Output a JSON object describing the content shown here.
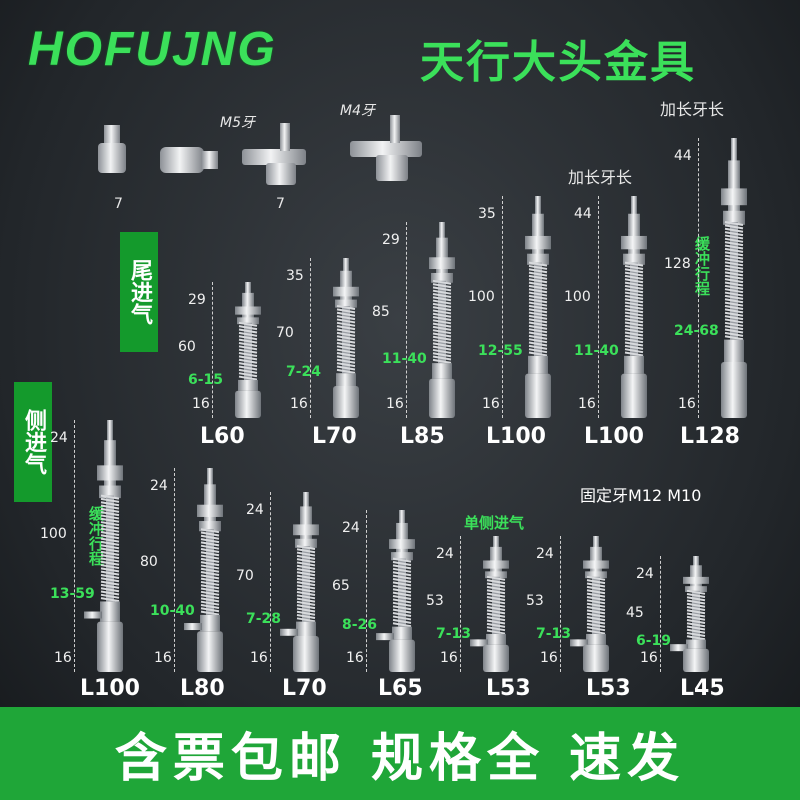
{
  "header": {
    "brand": "HOFUJNG",
    "title": "天行大头金具"
  },
  "fittings": {
    "m5_label": "M5牙",
    "m4_label": "M4牙",
    "width_a": "7",
    "width_b": "7"
  },
  "notes": {
    "extended_thread_1": "加长牙长",
    "extended_thread_2": "加长牙长",
    "fixed_thread": "固定牙M12 M10",
    "single_side": "单侧进气"
  },
  "sections": {
    "rear_inlet": "尾进气",
    "side_inlet": "侧进气",
    "buffer_stroke_1": "缓冲行程",
    "buffer_stroke_2": "缓冲行程"
  },
  "top_row": [
    {
      "model": "L60",
      "total": "60",
      "thread": "29",
      "stroke": "6-15",
      "base": "16"
    },
    {
      "model": "L70",
      "total": "70",
      "thread": "35",
      "stroke": "7-24",
      "base": "16"
    },
    {
      "model": "L85",
      "total": "85",
      "thread": "29",
      "stroke": "11-40",
      "base": "16"
    },
    {
      "model": "L100",
      "total": "100",
      "thread": "35",
      "stroke": "12-55",
      "base": "16"
    },
    {
      "model": "L100",
      "total": "100",
      "thread": "44",
      "stroke": "11-40",
      "base": "16"
    },
    {
      "model": "L128",
      "total": "128",
      "thread": "44",
      "stroke": "24-68",
      "base": "16"
    }
  ],
  "bottom_row": [
    {
      "model": "L100",
      "total": "100",
      "thread": "24",
      "stroke": "13-59",
      "base": "16"
    },
    {
      "model": "L80",
      "total": "80",
      "thread": "24",
      "stroke": "10-40",
      "base": "16"
    },
    {
      "model": "L70",
      "total": "70",
      "thread": "24",
      "stroke": "7-28",
      "base": "16"
    },
    {
      "model": "L65",
      "total": "65",
      "thread": "24",
      "stroke": "8-26",
      "base": "16"
    },
    {
      "model": "L53",
      "total": "53",
      "thread": "24",
      "stroke": "7-13",
      "base": "16"
    },
    {
      "model": "L53",
      "total": "53",
      "thread": "24",
      "stroke": "7-13",
      "base": "16"
    },
    {
      "model": "L45",
      "total": "45",
      "thread": "24",
      "stroke": "6-19",
      "base": "16"
    }
  ],
  "footer": {
    "text": "含票包邮 规格全 速发"
  },
  "colors": {
    "accent_green": "#3be05a",
    "banner_green": "#1fa638",
    "metal": "#c9ccd0"
  }
}
